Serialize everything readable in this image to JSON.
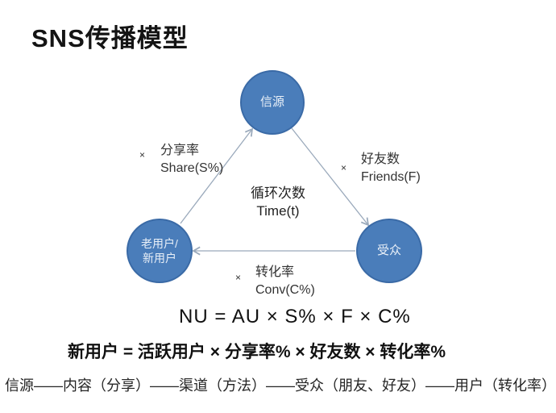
{
  "page": {
    "title": "SNS传播模型"
  },
  "diagram": {
    "nodes": {
      "source": {
        "label": "信源"
      },
      "users": {
        "label_line1": "老用户/",
        "label_line2": "新用户"
      },
      "audience": {
        "label": "受众"
      }
    },
    "edges": {
      "share": {
        "multiply": "×",
        "cn": "分享率",
        "en": "Share(S%)"
      },
      "friends": {
        "multiply": "×",
        "cn": "好友数",
        "en": "Friends(F)"
      },
      "conv": {
        "multiply": "×",
        "cn": "转化率",
        "en": "Conv(C%)"
      },
      "cycle": {
        "cn": "循环次数",
        "en": "Time(t)"
      }
    },
    "colors": {
      "node_fill": "#4a7dba",
      "node_border": "#3a6aa6",
      "node_text": "#e9f0f8",
      "line": "#9aa9bb"
    }
  },
  "formulas": {
    "symbolic": "NU = AU × S% × F × C%",
    "chinese": "新用户 = 活跃用户 × 分享率% × 好友数 × 转化率%"
  },
  "chain": "信源——内容（分享）——渠道（方法）——受众（朋友、好友）——用户（转化率）"
}
